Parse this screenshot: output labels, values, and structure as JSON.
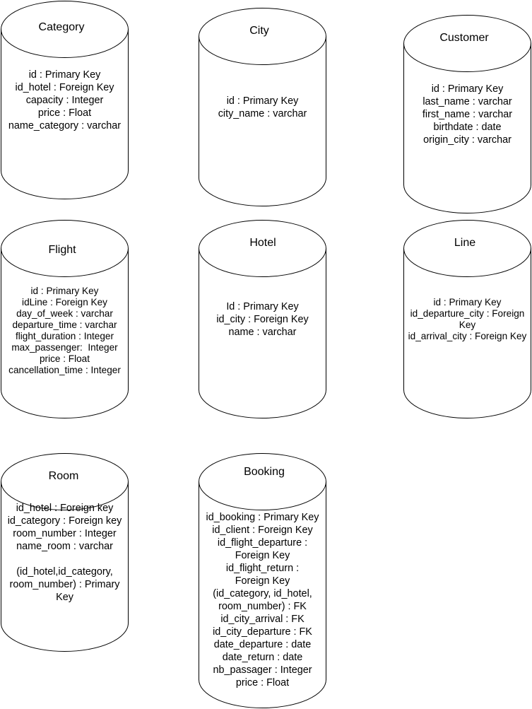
{
  "tables": [
    {
      "key": "category",
      "title": "Category",
      "lines": [
        "id : Primary Key",
        "id_hotel : Foreign Key",
        "capacity : Integer",
        "price : Float",
        "name_category : varchar"
      ]
    },
    {
      "key": "city",
      "title": "City",
      "lines": [
        "id : Primary Key",
        "city_name : varchar"
      ]
    },
    {
      "key": "customer",
      "title": "Customer",
      "lines": [
        "id : Primary Key",
        "last_name : varchar",
        "first_name : varchar",
        "birthdate : date",
        "origin_city : varchar"
      ]
    },
    {
      "key": "flight",
      "title": "Flight",
      "lines": [
        "id : Primary Key",
        "idLine : Foreign Key",
        "day_of_week : varchar",
        "departure_time : varchar",
        "flight_duration : Integer",
        "max_passenger:  Integer",
        "price : Float",
        "cancellation_time : Integer"
      ]
    },
    {
      "key": "hotel",
      "title": "Hotel",
      "lines": [
        "Id : Primary Key",
        "id_city : Foreign Key",
        "name : varchar"
      ]
    },
    {
      "key": "line",
      "title": "Line",
      "lines": [
        "id : Primary Key",
        "id_departure_city : Foreign",
        "Key",
        "id_arrival_city : Foreign Key"
      ]
    },
    {
      "key": "room",
      "title": "Room",
      "lines": [
        "id_hotel : Foreign key",
        "id_category : Foreign key",
        "room_number : Integer",
        "name_room : varchar",
        "",
        "(id_hotel,id_category,",
        "room_number) : Primary",
        "Key"
      ]
    },
    {
      "key": "booking",
      "title": "Booking",
      "lines": [
        "id_booking : Primary Key",
        "id_client : Foreign Key",
        "id_flight_departure :",
        "Foreign Key",
        "id_flight_return :",
        "Foreign Key",
        "(id_category, id_hotel,",
        "room_number) : FK",
        "id_city_arrival : FK",
        "id_city_departure : FK",
        "date_departure : date",
        "date_return : date",
        "nb_passager : Integer",
        "price : Float"
      ]
    }
  ]
}
